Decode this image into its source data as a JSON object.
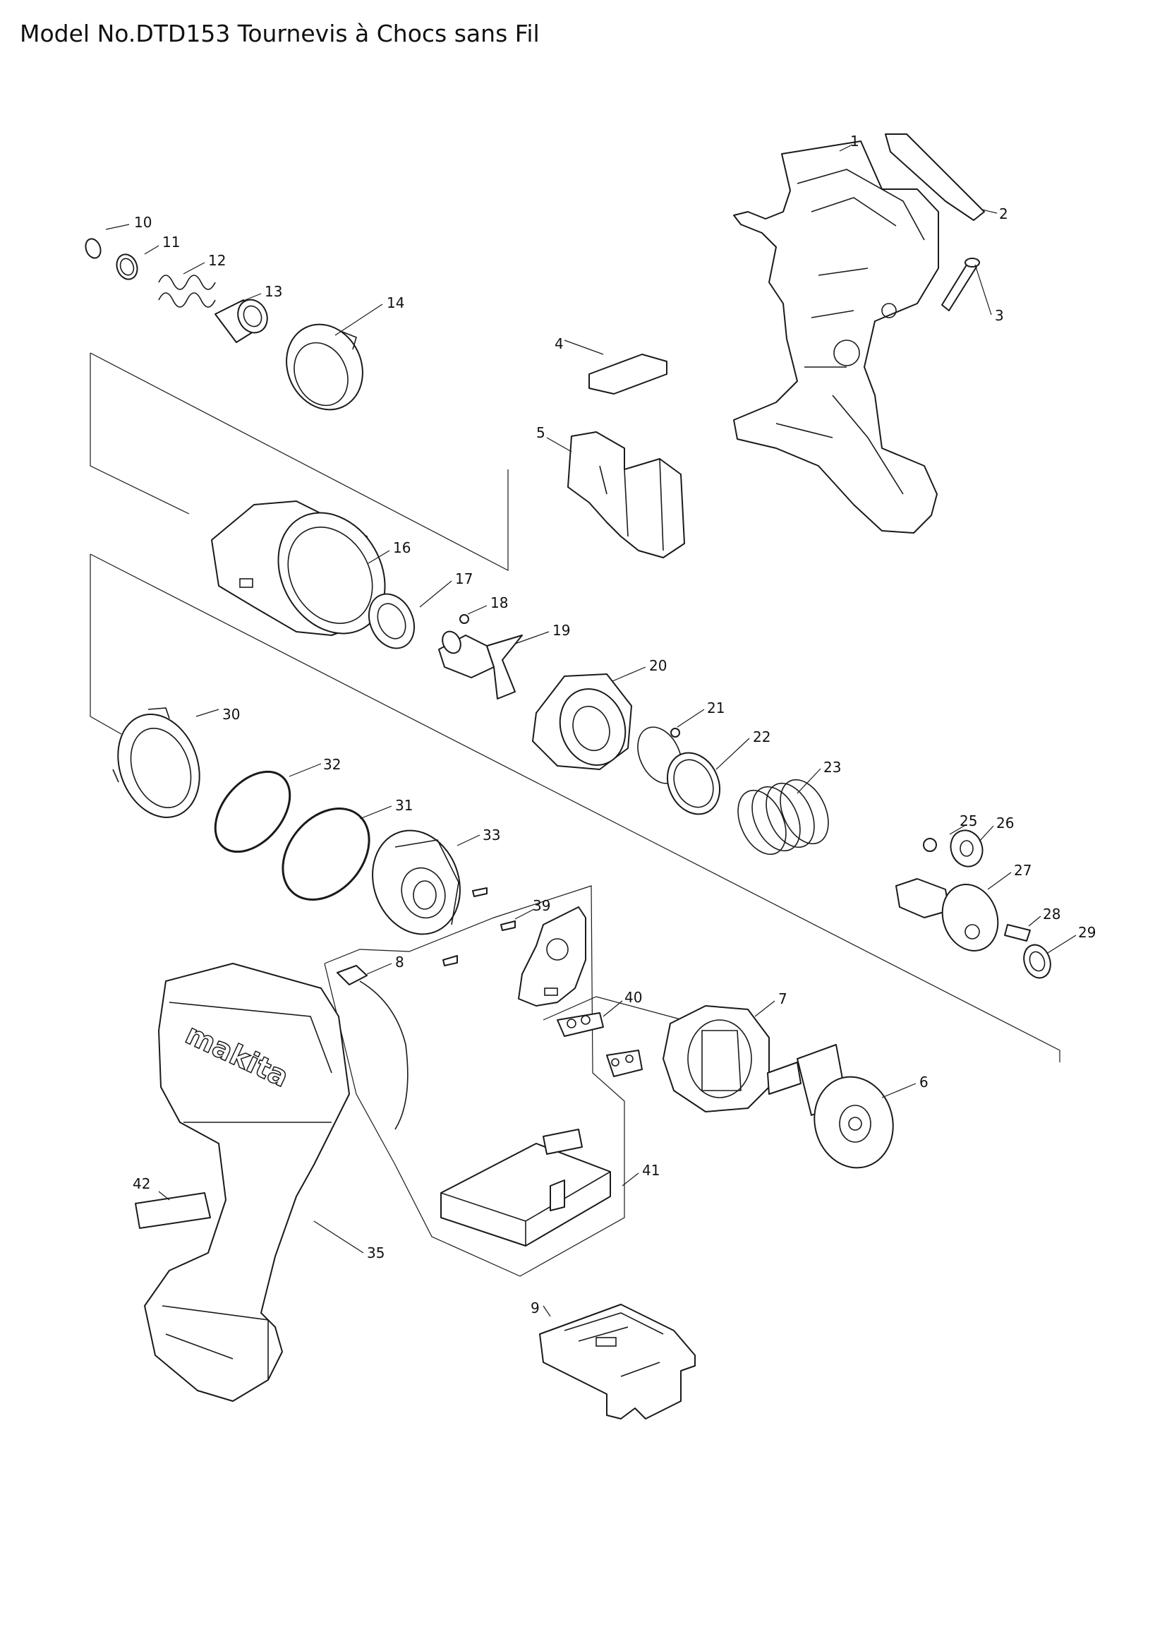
{
  "title": "Model No.DTD153 Tournevis à Chocs sans Fil",
  "parts": [
    {
      "no": "1"
    },
    {
      "no": "2"
    },
    {
      "no": "3"
    },
    {
      "no": "4"
    },
    {
      "no": "5"
    },
    {
      "no": "6"
    },
    {
      "no": "7"
    },
    {
      "no": "8"
    },
    {
      "no": "9"
    },
    {
      "no": "10"
    },
    {
      "no": "11"
    },
    {
      "no": "12"
    },
    {
      "no": "13"
    },
    {
      "no": "14"
    },
    {
      "no": "16"
    },
    {
      "no": "17"
    },
    {
      "no": "18"
    },
    {
      "no": "19"
    },
    {
      "no": "20"
    },
    {
      "no": "21"
    },
    {
      "no": "22"
    },
    {
      "no": "23"
    },
    {
      "no": "25"
    },
    {
      "no": "26"
    },
    {
      "no": "27"
    },
    {
      "no": "28"
    },
    {
      "no": "29"
    },
    {
      "no": "30"
    },
    {
      "no": "31"
    },
    {
      "no": "32"
    },
    {
      "no": "33"
    },
    {
      "no": "35"
    },
    {
      "no": "39"
    },
    {
      "no": "40"
    },
    {
      "no": "41"
    },
    {
      "no": "42"
    }
  ],
  "housing_brand": "makita"
}
